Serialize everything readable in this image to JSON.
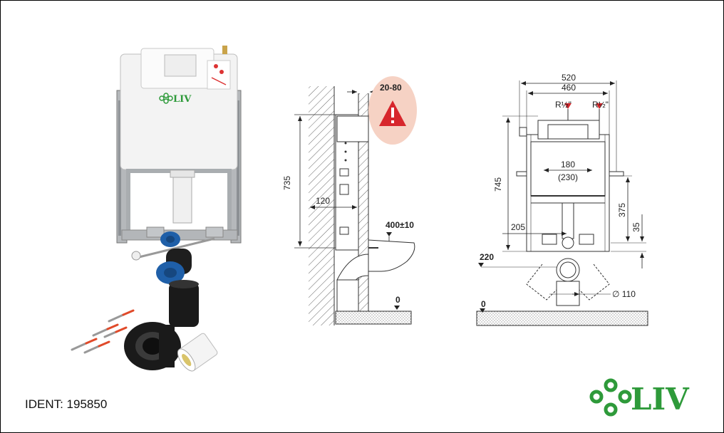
{
  "ident": "IDENT: 195850",
  "brand": {
    "name": "LIV",
    "color": "#2e9a3a"
  },
  "product_label": "LIV",
  "warning": {
    "text": "20-80",
    "icon": "warning-icon",
    "bg": "#f6d2c4",
    "color": "#d7262c"
  },
  "side_view": {
    "height_label": "735",
    "depth_label": "120",
    "seat_label": "400±10",
    "floor_label": "0"
  },
  "front_view": {
    "width_outer": "520",
    "width_inner": "460",
    "connection_left": "R½\"",
    "connection_right": "R½\"",
    "height_label": "745",
    "pipe_spacing": "180",
    "pipe_spacing_alt": "(230)",
    "right_height": "375",
    "right_small": "35",
    "left_offset": "205",
    "drain_height": "220",
    "pipe_diameter": "∅ 110",
    "floor_label": "0"
  }
}
